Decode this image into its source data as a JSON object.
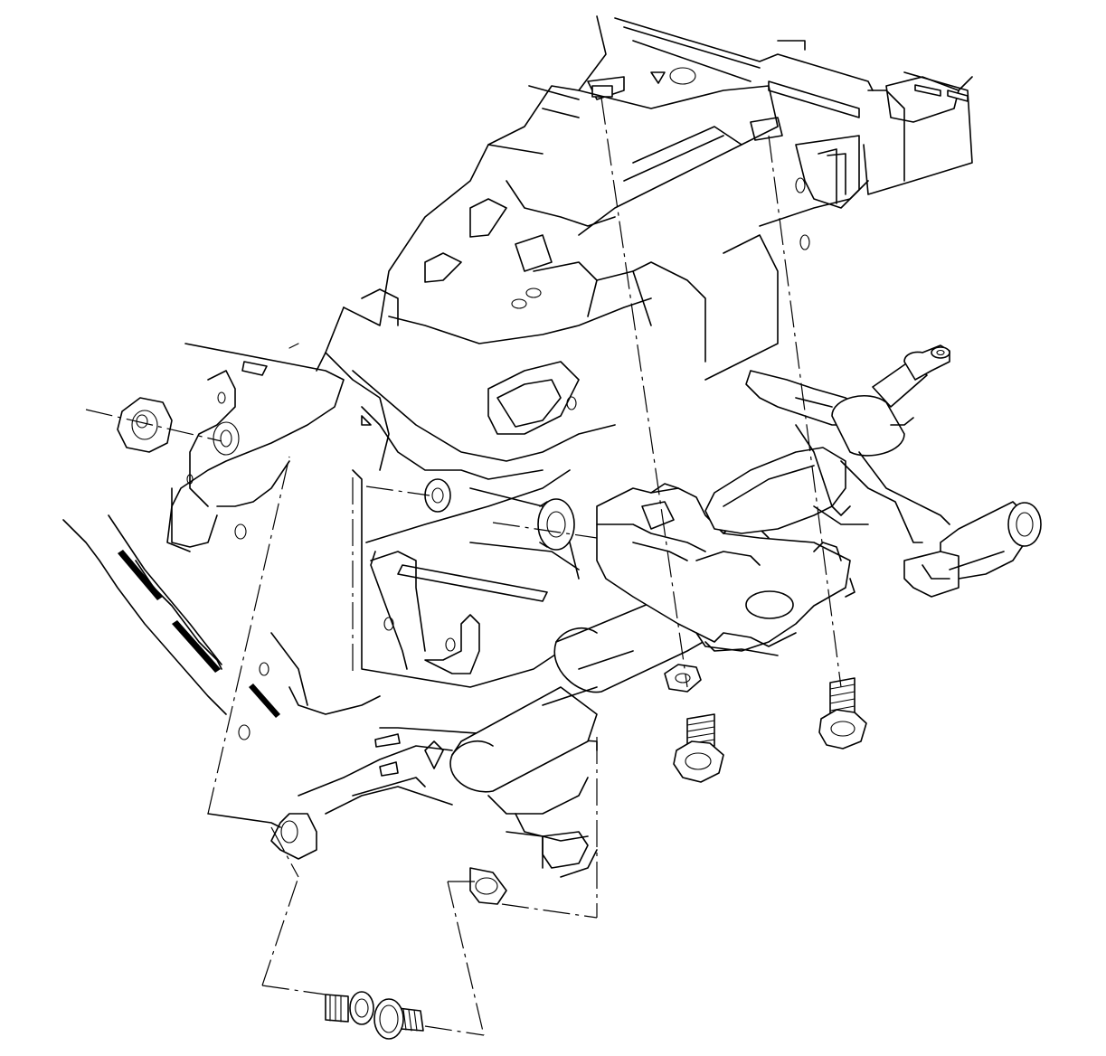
{
  "diagram": {
    "kind": "exploded-assembly-line-drawing",
    "colors": {
      "line": "#000000",
      "background": "#ffffff"
    },
    "parts": [
      "instrument-panel-carrier",
      "steering-column",
      "column-support-bracket",
      "lower-shaft-yoke",
      "upper-mounting-bolt-left",
      "upper-mounting-bolt-right",
      "mounting-nut-left",
      "mounting-nut-lower",
      "grommet",
      "pinch-bolt",
      "pinch-bolt-nut"
    ]
  }
}
